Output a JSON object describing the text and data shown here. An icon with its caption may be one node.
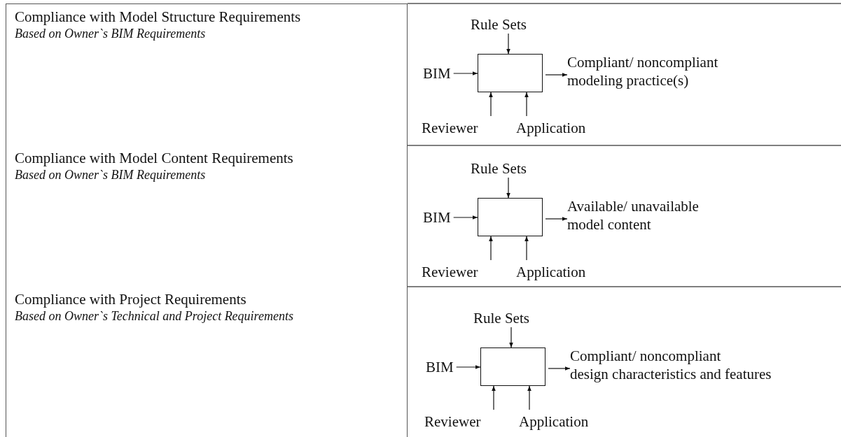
{
  "diagram": {
    "nodes": [
      {
        "text": [
          "Compliance with Model Structure Requirements",
          "Based on Owner`s BIM Requirements"
        ]
      },
      {
        "text": [
          "Rule Sets"
        ]
      },
      {
        "text": [
          "BIM"
        ]
      },
      {
        "text": [],
        "shape": "box"
      },
      {
        "text": [
          "Compliant/ noncompliant modeling practice(s)"
        ]
      },
      {
        "text": [
          "Reviewer"
        ]
      },
      {
        "text": [
          "Application"
        ]
      },
      {
        "text": [
          "Compliance with Model Content Requirements",
          "Based on Owner`s BIM Requirements"
        ]
      },
      {
        "text": [
          "Rule Sets"
        ]
      },
      {
        "text": [
          "BIM"
        ]
      },
      {
        "text": [],
        "shape": "box"
      },
      {
        "text": [
          "Available/ unavailable model content"
        ]
      },
      {
        "text": [
          "Reviewer"
        ]
      },
      {
        "text": [
          "Application"
        ]
      },
      {
        "text": [
          "Compliance with Project Requirements",
          "Based on Owner`s Technical and Project Requirements"
        ]
      },
      {
        "text": [
          "Rule Sets"
        ]
      },
      {
        "text": [
          "BIM"
        ]
      },
      {
        "text": [],
        "shape": "box"
      },
      {
        "text": [
          "Compliant/ noncompliant design characteristics and features"
        ]
      },
      {
        "text": [
          "Reviewer"
        ]
      },
      {
        "text": [
          "Application"
        ]
      }
    ],
    "edges": [
      {
        "from": 1,
        "to": 3,
        "arrow": "to"
      },
      {
        "from": 2,
        "to": 3,
        "arrow": "to"
      },
      {
        "from": 3,
        "to": 4,
        "arrow": "to"
      },
      {
        "from": 5,
        "to": 3,
        "arrow": "to"
      },
      {
        "from": 6,
        "to": 3,
        "arrow": "to"
      },
      {
        "from": 8,
        "to": 10,
        "arrow": "to"
      },
      {
        "from": 9,
        "to": 10,
        "arrow": "to"
      },
      {
        "from": 10,
        "to": 11,
        "arrow": "to"
      },
      {
        "from": 12,
        "to": 10,
        "arrow": "to"
      },
      {
        "from": 13,
        "to": 10,
        "arrow": "to"
      },
      {
        "from": 15,
        "to": 17,
        "arrow": "to"
      },
      {
        "from": 16,
        "to": 17,
        "arrow": "to"
      },
      {
        "from": 17,
        "to": 18,
        "arrow": "to"
      },
      {
        "from": 19,
        "to": 17,
        "arrow": "to"
      },
      {
        "from": 20,
        "to": 17,
        "arrow": "to"
      }
    ]
  }
}
